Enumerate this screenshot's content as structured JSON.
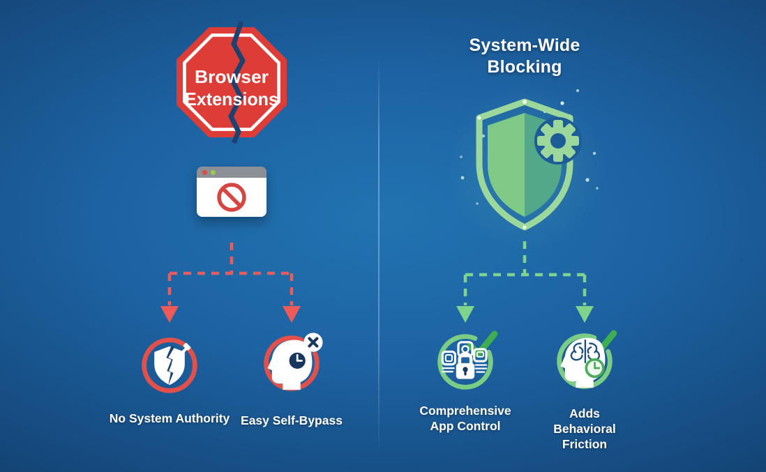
{
  "left_panel": {
    "sign_line1": "Browser",
    "sign_line2": "Extensions",
    "items": [
      {
        "label": "No System Authority",
        "icon": "broken-shield-icon"
      },
      {
        "label": "Easy Self-Bypass",
        "icon": "head-clock-dismiss-icon"
      }
    ]
  },
  "right_panel": {
    "title_line1": "System-Wide",
    "title_line2": "Blocking",
    "items": [
      {
        "label": "Comprehensive App Control",
        "icon": "apps-lock-check-icon"
      },
      {
        "label": "Adds Behavioral Friction",
        "icon": "brain-clock-check-icon"
      }
    ]
  },
  "icons": [
    "cracked-stop-sign-icon",
    "blocked-browser-window-icon",
    "shield-gear-icon",
    "broken-shield-icon",
    "head-clock-dismiss-icon",
    "apps-lock-check-icon",
    "brain-clock-check-icon"
  ],
  "colors": {
    "negative_red": "#dd3c37",
    "arrow_red": "#ee5a55",
    "positive_green": "#9cd79c",
    "dash_green": "#7ed48a",
    "check_green": "#3fae52",
    "crack_navy": "#1c4270",
    "background_center": "#2273b1",
    "background_edge": "#0b2947",
    "text": "#ffffff"
  }
}
